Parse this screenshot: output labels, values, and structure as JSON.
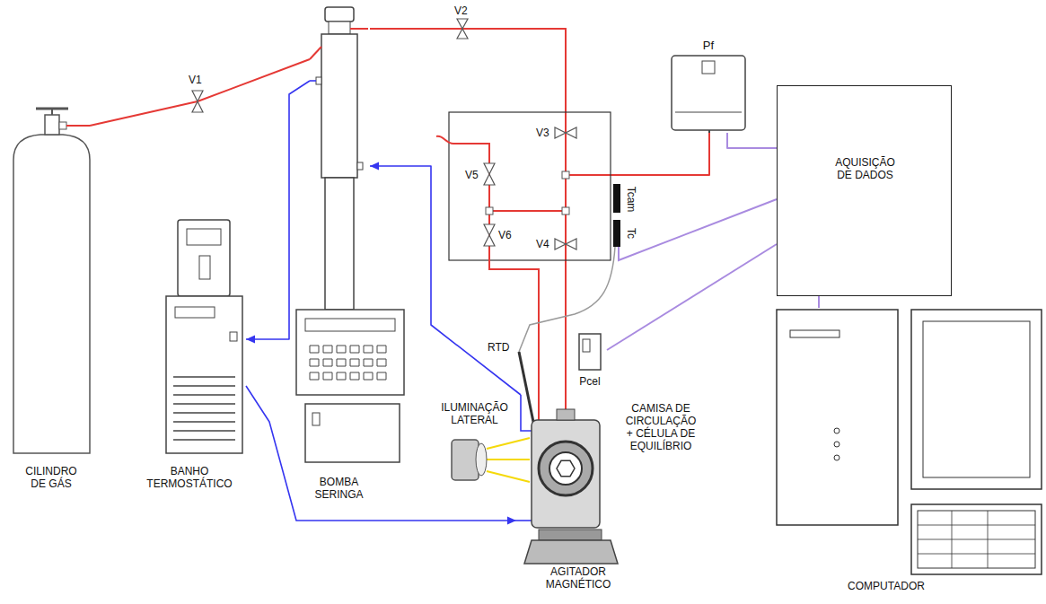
{
  "diagram": {
    "nodes": [
      {
        "text": [
          "CILINDRO DE GÁS"
        ]
      },
      {
        "text": [
          "BANHO TERMOSTÁTICO"
        ]
      },
      {
        "text": [
          "BOMBA SERINGA"
        ]
      },
      {
        "text": [
          "Pf"
        ]
      },
      {
        "text": [
          "AQUISIÇÃO DE DADOS"
        ]
      },
      {
        "text": [
          "Pcel"
        ]
      },
      {
        "text": [
          "ILUMINAÇÃO LATERAL"
        ]
      },
      {
        "text": [
          "CAMISA DE CIRCULAÇÃO + CÉLULA DE EQUILÍBRIO"
        ]
      },
      {
        "text": [
          "AGITADOR MAGNÉTICO"
        ]
      },
      {
        "text": [
          "COMPUTADOR"
        ]
      }
    ],
    "edges": [
      {
        "from": 0,
        "to": 2,
        "arrow": "none"
      },
      {
        "from": 2,
        "to": 7,
        "arrow": "none"
      },
      {
        "from": 2,
        "to": 3,
        "arrow": "none"
      },
      {
        "from": 2,
        "to": 1,
        "arrow": "to"
      },
      {
        "from": 1,
        "to": 7,
        "arrow": "to"
      },
      {
        "from": 7,
        "to": 2,
        "arrow": "to"
      },
      {
        "from": 3,
        "to": 4,
        "arrow": "none"
      },
      {
        "from": 5,
        "to": 4,
        "arrow": "none"
      },
      {
        "from": 4,
        "to": 9,
        "arrow": "none"
      }
    ],
    "labels": [
      "V1",
      "V2",
      "V3",
      "V4",
      "V5",
      "V6",
      "Tcam",
      "Tc",
      "RTD"
    ]
  }
}
